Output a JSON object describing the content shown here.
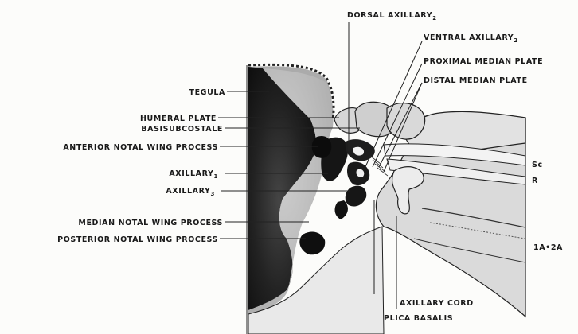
{
  "labels": {
    "tegula": "TEGULA",
    "humeral_plate": "HUMERAL PLATE",
    "basisubcostale": "BASISUBCOSTALE",
    "anterior_notal_wing_process": "ANTERIOR NOTAL WING PROCESS",
    "axillary_1_base": "AXILLARY",
    "axillary_1_sub": "1",
    "axillary_3_base": "AXILLARY",
    "axillary_3_sub": "3",
    "median_notal_wing_process": "MEDIAN NOTAL WING PROCESS",
    "posterior_notal_wing_process": "POSTERIOR NOTAL WING PROCESS",
    "dorsal_axillary_2_base": "DORSAL AXILLARY",
    "dorsal_axillary_2_sub": "2",
    "ventral_axillary_2_base": "VENTRAL AXILLARY",
    "ventral_axillary_2_sub": "2",
    "proximal_median_plate": "PROXIMAL MEDIAN PLATE",
    "distal_median_plate": "DISTAL MEDIAN PLATE",
    "vein_sc": "Sc",
    "vein_r": "R",
    "vein_1a_2a": "1A•2A",
    "axillary_cord": "AXILLARY CORD",
    "plica_basalis": "PLICA BASALIS"
  },
  "colors": {
    "notum_dark": "#1c1c1c",
    "membrane_gray": "#bdbdbd",
    "wing_light": "#d9d9d9",
    "outline": "#222222"
  }
}
